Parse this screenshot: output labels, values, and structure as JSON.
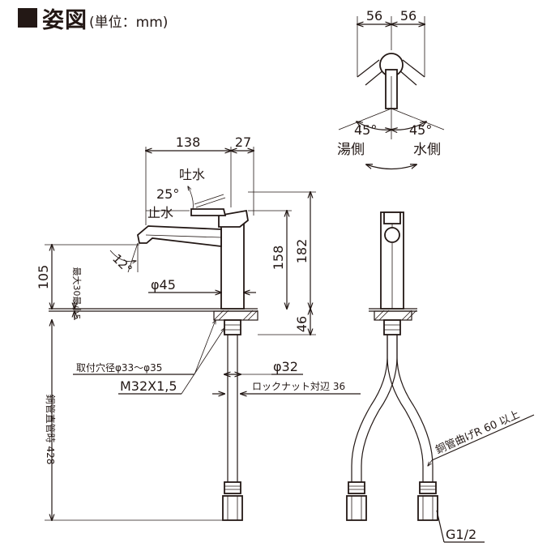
{
  "header": {
    "title": "姿図",
    "unit": "(単位：mm)"
  },
  "front": {
    "dim_reach": "138",
    "dim_body": "27",
    "label_spout": "吐水",
    "angle_lever": "25°",
    "label_stop": "止水",
    "angle_spout": "12°",
    "dim_diameter_body": "φ45",
    "dim_lever_height": "158",
    "dim_total_height": "182",
    "dim_spout_height": "105",
    "label_counter": "最大30最小5",
    "dim_below": "46",
    "label_hole": "取付穴径φ33～φ35",
    "dim_shank": "φ32",
    "label_thread": "M32X1,5",
    "label_nut": "ロックナット対辺 36",
    "label_pipe": "銅管直管時 428"
  },
  "top": {
    "dim_left": "56",
    "dim_right": "56",
    "angle_left": "45°",
    "angle_right": "45°",
    "label_hot": "湯側",
    "label_cold": "水側"
  },
  "side": {
    "label_bend": "銅管曲げR 60 以上",
    "label_connection": "G1/2"
  }
}
